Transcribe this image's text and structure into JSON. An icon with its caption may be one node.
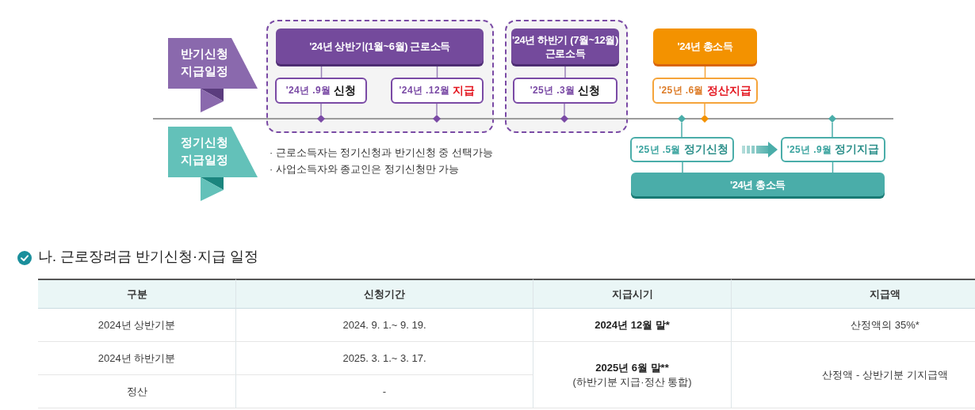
{
  "diagram": {
    "nodes": [
      {
        "text": [
          "반기신청 지급일정"
        ]
      },
      {
        "text": [],
        "shape": "box"
      },
      {
        "text": [
          "'24년 상반기(1월~6월) 근로소득"
        ],
        "in": 1
      },
      {
        "text": [
          "'24년 .9월",
          "신청"
        ],
        "in": 1
      },
      {
        "text": [
          "'24년 .12월",
          "지급"
        ],
        "in": 1
      },
      {
        "text": [],
        "shape": "box"
      },
      {
        "text": [
          "'24년 하반기 (7월~12월) 근로소득"
        ],
        "in": 5
      },
      {
        "text": [
          "'25년 .3월",
          "신청"
        ],
        "in": 5
      },
      {
        "text": [
          "'24년 총소득"
        ]
      },
      {
        "text": [
          "'25년 .6월",
          "정산지급"
        ]
      },
      {
        "text": [
          "정기신청 지급일정"
        ]
      },
      {
        "text": [
          "'25년 .5월",
          "정기신청"
        ]
      },
      {
        "text": [
          "'25년 .9월",
          "정기지급"
        ]
      },
      {
        "text": [
          "'24년 총소득"
        ]
      },
      {
        "text": [],
        "shape": "diamond",
        "in": 1
      },
      {
        "text": [],
        "shape": "diamond",
        "in": 1
      },
      {
        "text": [],
        "shape": "diamond",
        "in": 5
      },
      {
        "text": [],
        "shape": "diamond"
      },
      {
        "text": [],
        "shape": "diamond"
      },
      {
        "text": [],
        "shape": "diamond"
      }
    ],
    "edges": [
      {
        "from": 2,
        "to": 3,
        "arrow": "none"
      },
      {
        "from": 3,
        "to": 14,
        "arrow": "none"
      },
      {
        "from": 2,
        "to": 4,
        "arrow": "none"
      },
      {
        "from": 4,
        "to": 15,
        "arrow": "none"
      },
      {
        "from": 6,
        "to": 7,
        "arrow": "none"
      },
      {
        "from": 7,
        "to": 16,
        "arrow": "none"
      },
      {
        "from": 8,
        "to": 9,
        "arrow": "none",
        "color": "#f5a43a"
      },
      {
        "from": 9,
        "to": 18,
        "arrow": "none",
        "color": "#f5a43a"
      },
      {
        "from": 17,
        "to": 11,
        "arrow": "none",
        "color": "#4aada9"
      },
      {
        "from": 19,
        "to": 12,
        "arrow": "none",
        "color": "#4aada9"
      },
      {
        "from": 11,
        "to": 13,
        "arrow": "none",
        "color": "#4aada9"
      },
      {
        "from": 12,
        "to": 13,
        "arrow": "none",
        "color": "#4aada9"
      },
      {
        "from": 11,
        "to": 12,
        "arrow": "to",
        "style": "thick",
        "color": "#4aada9"
      }
    ],
    "labels": [
      "· 근로소득자는 정기신청과 반기신청 중 선택가능",
      "· 사업소득자와 종교인은 정기신청만 가능",
      "나. 근로장려금 반기신청·지급 일정",
      "구분",
      "신청기간",
      "지급시기",
      "지급액",
      "2024년 상반기분",
      "2024. 9. 1.~ 9. 19.",
      "2024년 12월 말*",
      "산정액의 35%*",
      "2024년 하반기분",
      "2025. 3. 1.~ 3. 17.",
      "2025년 6월 말**",
      "(하반기분 지급·정산 통합)",
      "산정액 - 상반기분 기지급액",
      "정산",
      "-"
    ]
  }
}
